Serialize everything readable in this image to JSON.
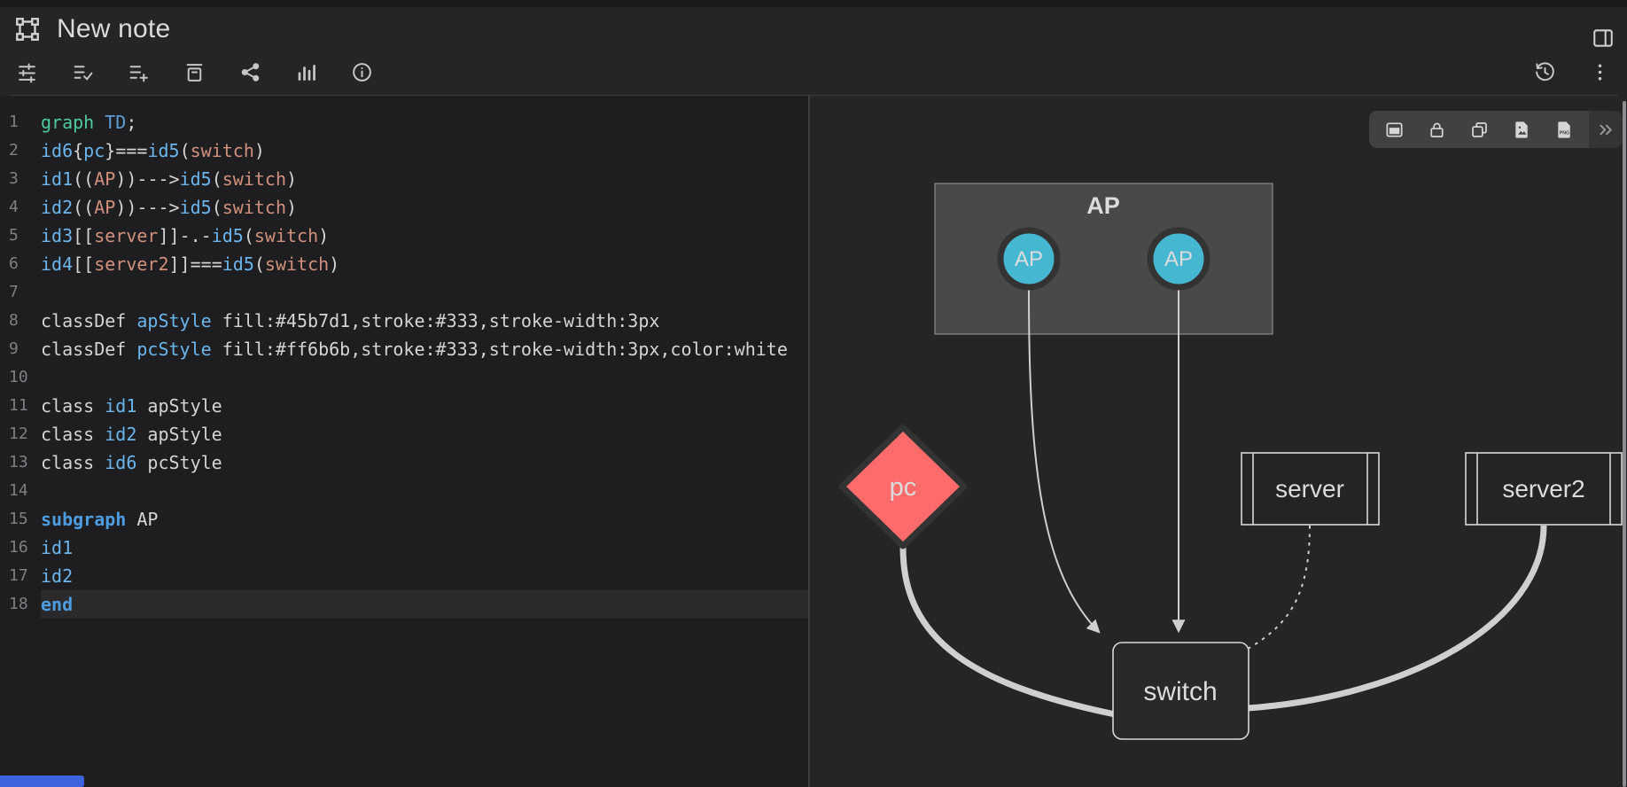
{
  "header": {
    "title": "New note"
  },
  "toolbar": {
    "left_icons": [
      "tune",
      "list-check",
      "list-add",
      "archive",
      "share",
      "bar-chart",
      "info"
    ],
    "right_icons": [
      "history",
      "more"
    ],
    "titlebar_right_icon": "split-view"
  },
  "editor": {
    "active_line": 18,
    "lines": [
      {
        "n": "1",
        "tokens": [
          [
            "g",
            "graph"
          ],
          [
            "w",
            " "
          ],
          [
            "t",
            "TD"
          ],
          [
            "w",
            ";"
          ]
        ]
      },
      {
        "n": "2",
        "tokens": [
          [
            "b",
            "id6"
          ],
          [
            "w",
            "{"
          ],
          [
            "b",
            "pc"
          ],
          [
            "w",
            "}"
          ],
          [
            "w",
            "==="
          ],
          [
            "b",
            "id5"
          ],
          [
            "w",
            "("
          ],
          [
            "s",
            "switch"
          ],
          [
            "w",
            ")"
          ]
        ]
      },
      {
        "n": "3",
        "tokens": [
          [
            "b",
            "id1"
          ],
          [
            "w",
            "(("
          ],
          [
            "s",
            "AP"
          ],
          [
            "w",
            "))"
          ],
          [
            "w",
            "--->"
          ],
          [
            "b",
            "id5"
          ],
          [
            "w",
            "("
          ],
          [
            "s",
            "switch"
          ],
          [
            "w",
            ")"
          ]
        ]
      },
      {
        "n": "4",
        "tokens": [
          [
            "b",
            "id2"
          ],
          [
            "w",
            "(("
          ],
          [
            "s",
            "AP"
          ],
          [
            "w",
            "))"
          ],
          [
            "w",
            "--->"
          ],
          [
            "b",
            "id5"
          ],
          [
            "w",
            "("
          ],
          [
            "s",
            "switch"
          ],
          [
            "w",
            ")"
          ]
        ]
      },
      {
        "n": "5",
        "tokens": [
          [
            "b",
            "id3"
          ],
          [
            "w",
            "[["
          ],
          [
            "s",
            "server"
          ],
          [
            "w",
            "]]"
          ],
          [
            "w",
            "-.-"
          ],
          [
            "b",
            "id5"
          ],
          [
            "w",
            "("
          ],
          [
            "s",
            "switch"
          ],
          [
            "w",
            ")"
          ]
        ]
      },
      {
        "n": "6",
        "tokens": [
          [
            "b",
            "id4"
          ],
          [
            "w",
            "[["
          ],
          [
            "s",
            "server2"
          ],
          [
            "w",
            "]]"
          ],
          [
            "w",
            "==="
          ],
          [
            "b",
            "id5"
          ],
          [
            "w",
            "("
          ],
          [
            "s",
            "switch"
          ],
          [
            "w",
            ")"
          ]
        ]
      },
      {
        "n": "7",
        "tokens": []
      },
      {
        "n": "8",
        "tokens": [
          [
            "w",
            "classDef "
          ],
          [
            "b",
            "apStyle"
          ],
          [
            "w",
            " fill:#45b7d1,stroke:#333,stroke-width:3px"
          ]
        ]
      },
      {
        "n": "9",
        "tokens": [
          [
            "w",
            "classDef "
          ],
          [
            "b",
            "pcStyle"
          ],
          [
            "w",
            " fill:#ff6b6b,stroke:#333,stroke-width:3px,color:white"
          ]
        ]
      },
      {
        "n": "10",
        "tokens": []
      },
      {
        "n": "11",
        "tokens": [
          [
            "w",
            "class "
          ],
          [
            "b",
            "id1"
          ],
          [
            "w",
            " apStyle"
          ]
        ]
      },
      {
        "n": "12",
        "tokens": [
          [
            "w",
            "class "
          ],
          [
            "b",
            "id2"
          ],
          [
            "w",
            " apStyle"
          ]
        ]
      },
      {
        "n": "13",
        "tokens": [
          [
            "w",
            "class "
          ],
          [
            "b",
            "id6"
          ],
          [
            "w",
            " pcStyle"
          ]
        ]
      },
      {
        "n": "14",
        "tokens": []
      },
      {
        "n": "15",
        "tokens": [
          [
            "k",
            "subgraph"
          ],
          [
            "w",
            " AP"
          ]
        ]
      },
      {
        "n": "16",
        "tokens": [
          [
            "b",
            "id1"
          ]
        ]
      },
      {
        "n": "17",
        "tokens": [
          [
            "b",
            "id2"
          ]
        ]
      },
      {
        "n": "18",
        "tokens": [
          [
            "k",
            "end"
          ]
        ]
      }
    ]
  },
  "preview": {
    "toolbar": {
      "icons": [
        "preview-card",
        "lock",
        "copy",
        "export-image",
        "export-png",
        "collapse"
      ],
      "png_label": "PNG"
    },
    "diagram": {
      "subgraph": {
        "label": "AP",
        "fill": "#48494b"
      },
      "nodes": [
        {
          "id": "id1",
          "label": "AP",
          "shape": "circle",
          "fill": "#45b7d1",
          "stroke": "#333333"
        },
        {
          "id": "id2",
          "label": "AP",
          "shape": "circle",
          "fill": "#45b7d1",
          "stroke": "#333333"
        },
        {
          "id": "id6",
          "label": "pc",
          "shape": "diamond",
          "fill": "#ff6b6b",
          "stroke": "#333333"
        },
        {
          "id": "id3",
          "label": "server",
          "shape": "subroutine",
          "fill": "#242427",
          "stroke": "#d8d8d8"
        },
        {
          "id": "id4",
          "label": "server2",
          "shape": "subroutine",
          "fill": "#242427",
          "stroke": "#d8d8d8"
        },
        {
          "id": "id5",
          "label": "switch",
          "shape": "rounded",
          "fill": "#29292c",
          "stroke": "#d8d8d8"
        }
      ],
      "edges": [
        {
          "from": "id1",
          "to": "id5",
          "style": "arrow"
        },
        {
          "from": "id2",
          "to": "id5",
          "style": "arrow"
        },
        {
          "from": "id6",
          "to": "id5",
          "style": "thick"
        },
        {
          "from": "id3",
          "to": "id5",
          "style": "dotted"
        },
        {
          "from": "id4",
          "to": "id5",
          "style": "thick"
        }
      ],
      "edge_color": "#cfcfcf"
    }
  },
  "colors": {
    "chrome_bg": "#252528",
    "editor_bg": "#1e1e20",
    "accent_scroll": "#3e63dd",
    "syntax": {
      "keyword": "#4ec9a0",
      "ident": "#6cb5ec",
      "type": "#5f9ed2",
      "string": "#d0907c",
      "default": "#d4d4d4",
      "bold_keyword": "#4d9de0"
    }
  }
}
